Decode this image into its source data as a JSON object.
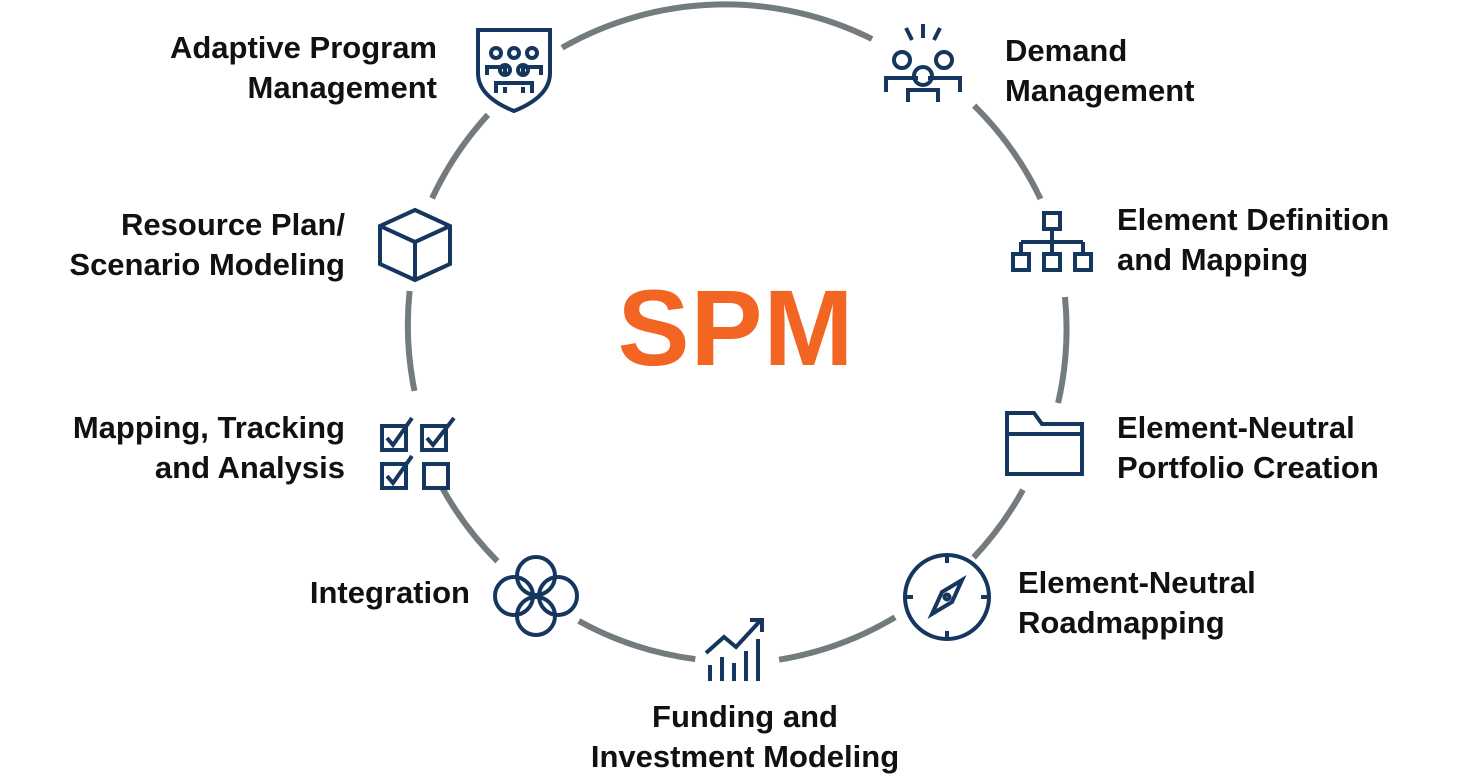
{
  "diagram": {
    "center_title": "SPM",
    "center_color": "#f26522",
    "ring_color": "#737b7e",
    "icon_color": "#15365e"
  },
  "nodes": [
    {
      "id": "adaptive-program-management",
      "icon": "shield-people-icon",
      "lines": [
        "Adaptive Program",
        "Management"
      ]
    },
    {
      "id": "demand-management",
      "icon": "group-people-icon",
      "lines": [
        "Demand",
        "Management"
      ]
    },
    {
      "id": "element-definition",
      "icon": "org-chart-icon",
      "lines": [
        "Element Definition",
        "and Mapping"
      ]
    },
    {
      "id": "portfolio-creation",
      "icon": "folder-icon",
      "lines": [
        "Element-Neutral",
        "Portfolio Creation"
      ]
    },
    {
      "id": "roadmapping",
      "icon": "compass-icon",
      "lines": [
        "Element-Neutral",
        "Roadmapping"
      ]
    },
    {
      "id": "funding-investment",
      "icon": "bar-chart-growth-icon",
      "lines": [
        "Funding and",
        "Investment Modeling"
      ]
    },
    {
      "id": "integration",
      "icon": "interlocking-circles-icon",
      "lines": [
        "Integration"
      ]
    },
    {
      "id": "mapping-tracking",
      "icon": "checkbox-grid-icon",
      "lines": [
        "Mapping, Tracking",
        "and Analysis"
      ]
    },
    {
      "id": "resource-plan",
      "icon": "cube-icon",
      "lines": [
        "Resource Plan/",
        "Scenario Modeling"
      ]
    }
  ]
}
